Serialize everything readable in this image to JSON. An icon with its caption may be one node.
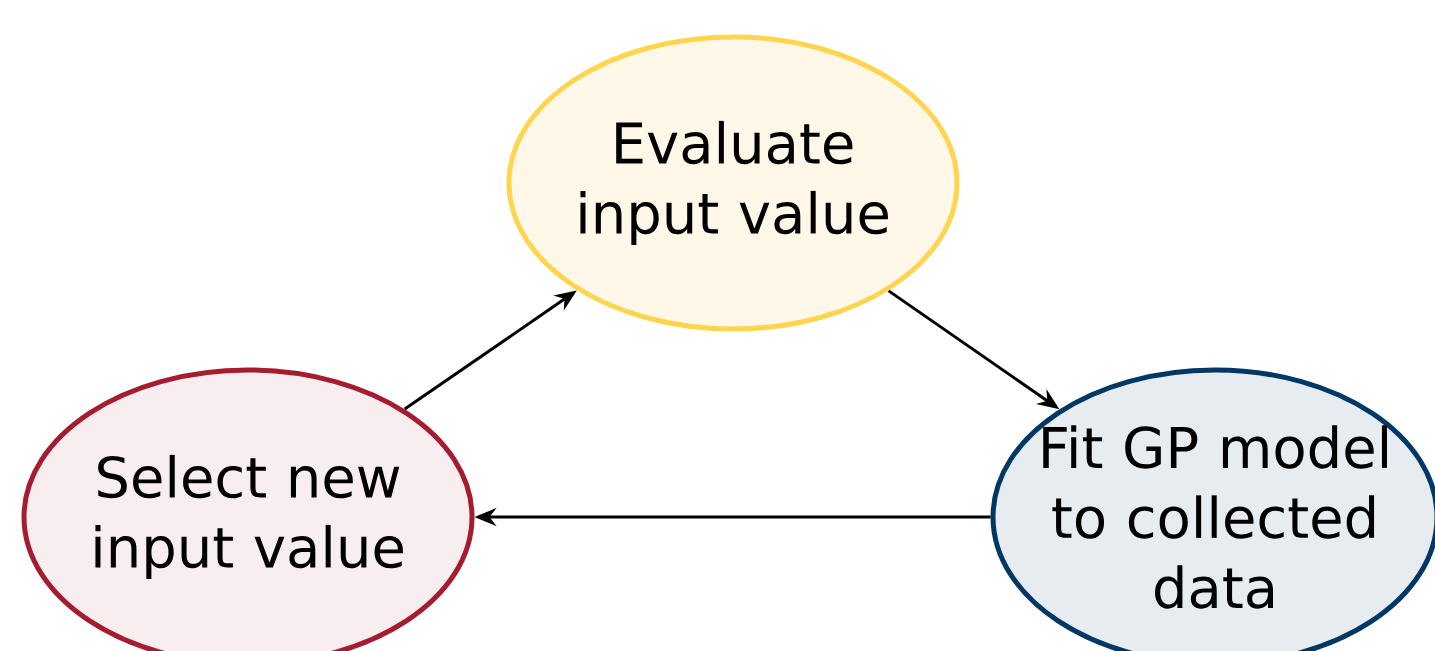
{
  "diagram": {
    "nodes": [
      {
        "text": [
          "Evaluate input value"
        ]
      },
      {
        "text": [
          "Select new input value"
        ]
      },
      {
        "text": [
          "Fit GP model to collected data"
        ]
      }
    ],
    "edges": [
      {
        "from": 1,
        "to": 0,
        "arrow": "to"
      },
      {
        "from": 0,
        "to": 2,
        "arrow": "to"
      },
      {
        "from": 2,
        "to": 1,
        "arrow": "to"
      }
    ]
  }
}
